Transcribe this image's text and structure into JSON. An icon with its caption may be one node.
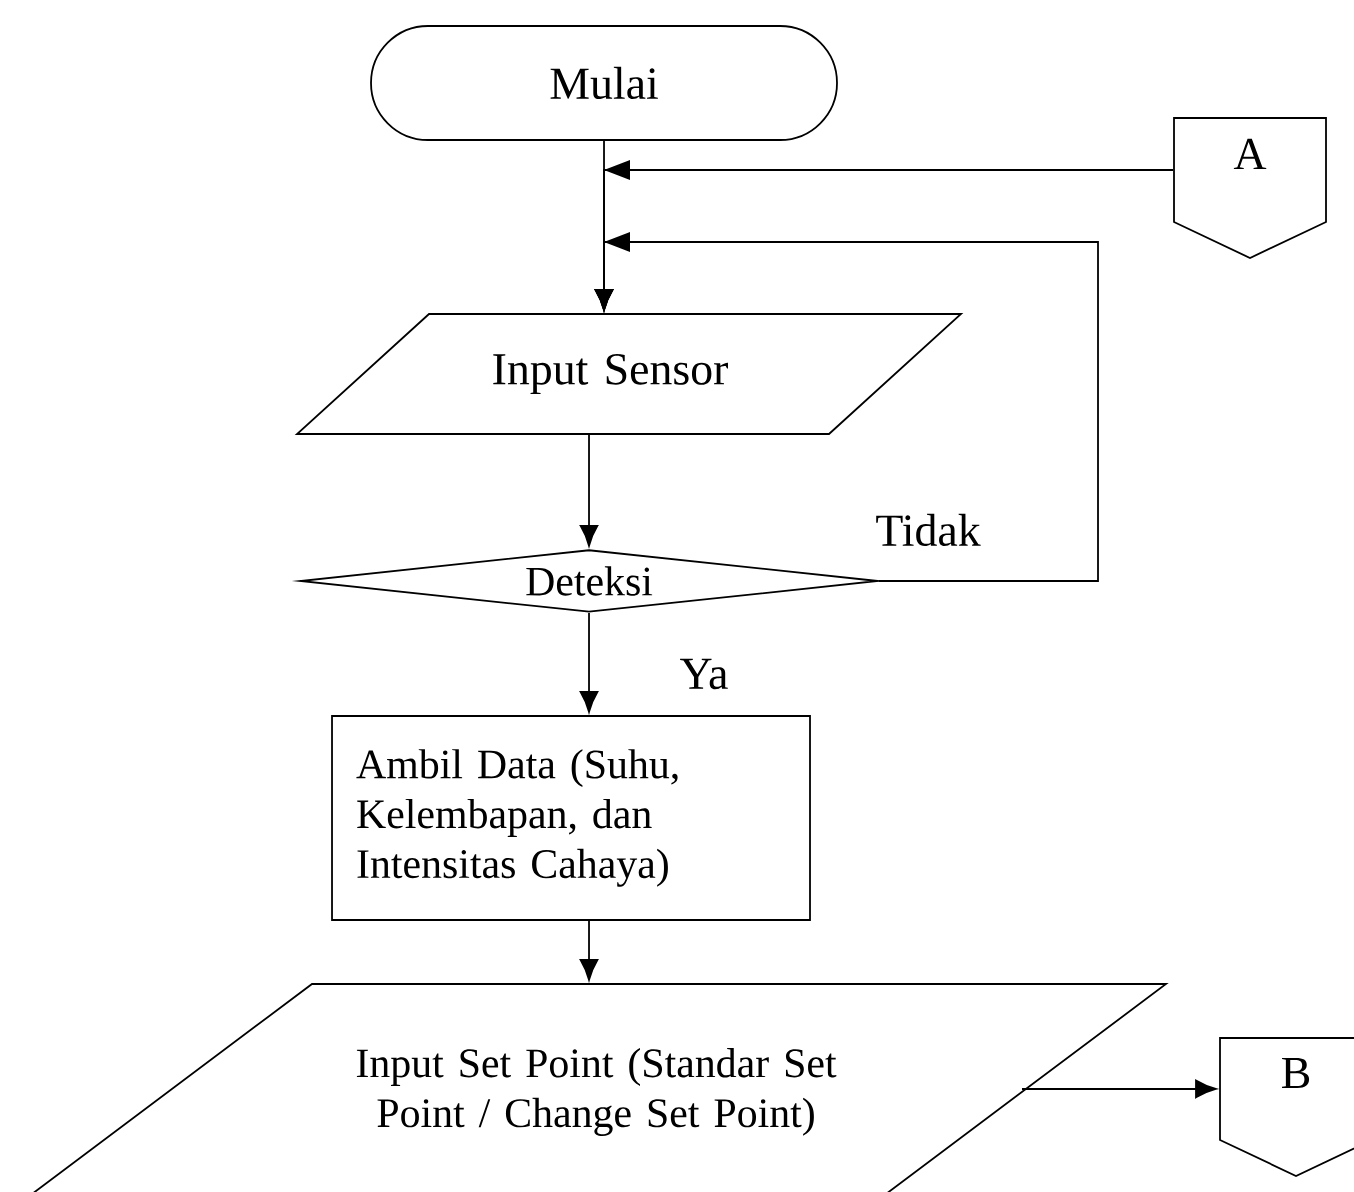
{
  "diagram": {
    "nodes": [
      {
        "text": [
          "Mulai"
        ]
      },
      {
        "text": [
          "A"
        ]
      },
      {
        "text": [
          "Input Sensor"
        ]
      },
      {
        "text": [
          "Deteksi"
        ]
      },
      {
        "text": [
          "Ambil Data (Suhu, Kelembapan, dan Intensitas Cahaya)"
        ]
      },
      {
        "text": [
          "Input Set Point (Standar Set Point / Change Set Point)"
        ]
      },
      {
        "text": [
          "B"
        ]
      }
    ],
    "edges": [
      {
        "from": 0,
        "to": 2,
        "arrow": "to"
      },
      {
        "from": 1,
        "to": 2,
        "arrow": "to"
      },
      {
        "from": 2,
        "to": 3,
        "arrow": "to"
      },
      {
        "from": 3,
        "to": 2,
        "arrow": "to",
        "label": "Tidak"
      },
      {
        "from": 3,
        "to": 4,
        "arrow": "to",
        "label": "Ya"
      },
      {
        "from": 4,
        "to": 5,
        "arrow": "to"
      },
      {
        "from": 5,
        "to": 6,
        "arrow": "to"
      }
    ]
  }
}
